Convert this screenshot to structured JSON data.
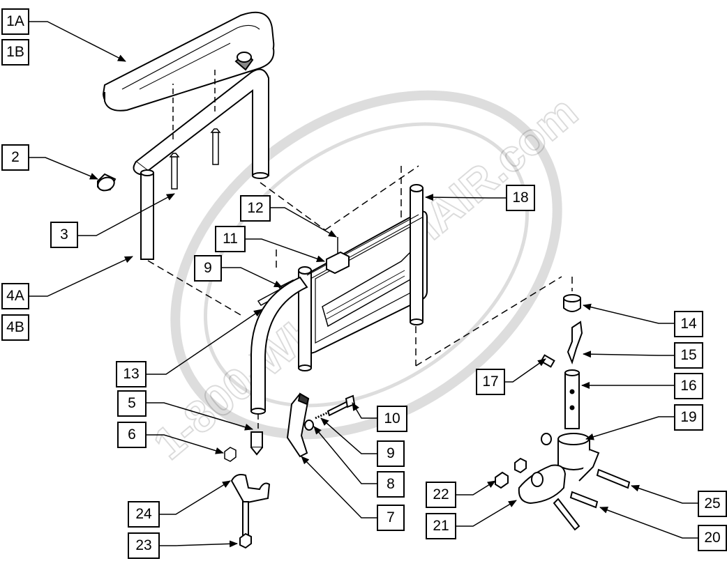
{
  "diagram": {
    "watermark": "1-800-WHEELCHAIR.com",
    "labels": [
      {
        "id": "1A",
        "text": "1A"
      },
      {
        "id": "1B",
        "text": "1B"
      },
      {
        "id": "2",
        "text": "2"
      },
      {
        "id": "3",
        "text": "3"
      },
      {
        "id": "4A",
        "text": "4A"
      },
      {
        "id": "4B",
        "text": "4B"
      },
      {
        "id": "12",
        "text": "12"
      },
      {
        "id": "11",
        "text": "11"
      },
      {
        "id": "9a",
        "text": "9"
      },
      {
        "id": "13",
        "text": "13"
      },
      {
        "id": "5",
        "text": "5"
      },
      {
        "id": "6",
        "text": "6"
      },
      {
        "id": "24",
        "text": "24"
      },
      {
        "id": "23",
        "text": "23"
      },
      {
        "id": "10",
        "text": "10"
      },
      {
        "id": "9b",
        "text": "9"
      },
      {
        "id": "8",
        "text": "8"
      },
      {
        "id": "7",
        "text": "7"
      },
      {
        "id": "18",
        "text": "18"
      },
      {
        "id": "14",
        "text": "14"
      },
      {
        "id": "15",
        "text": "15"
      },
      {
        "id": "17",
        "text": "17"
      },
      {
        "id": "16",
        "text": "16"
      },
      {
        "id": "19",
        "text": "19"
      },
      {
        "id": "22",
        "text": "22"
      },
      {
        "id": "25",
        "text": "25"
      },
      {
        "id": "21",
        "text": "21"
      },
      {
        "id": "20",
        "text": "20"
      }
    ]
  }
}
